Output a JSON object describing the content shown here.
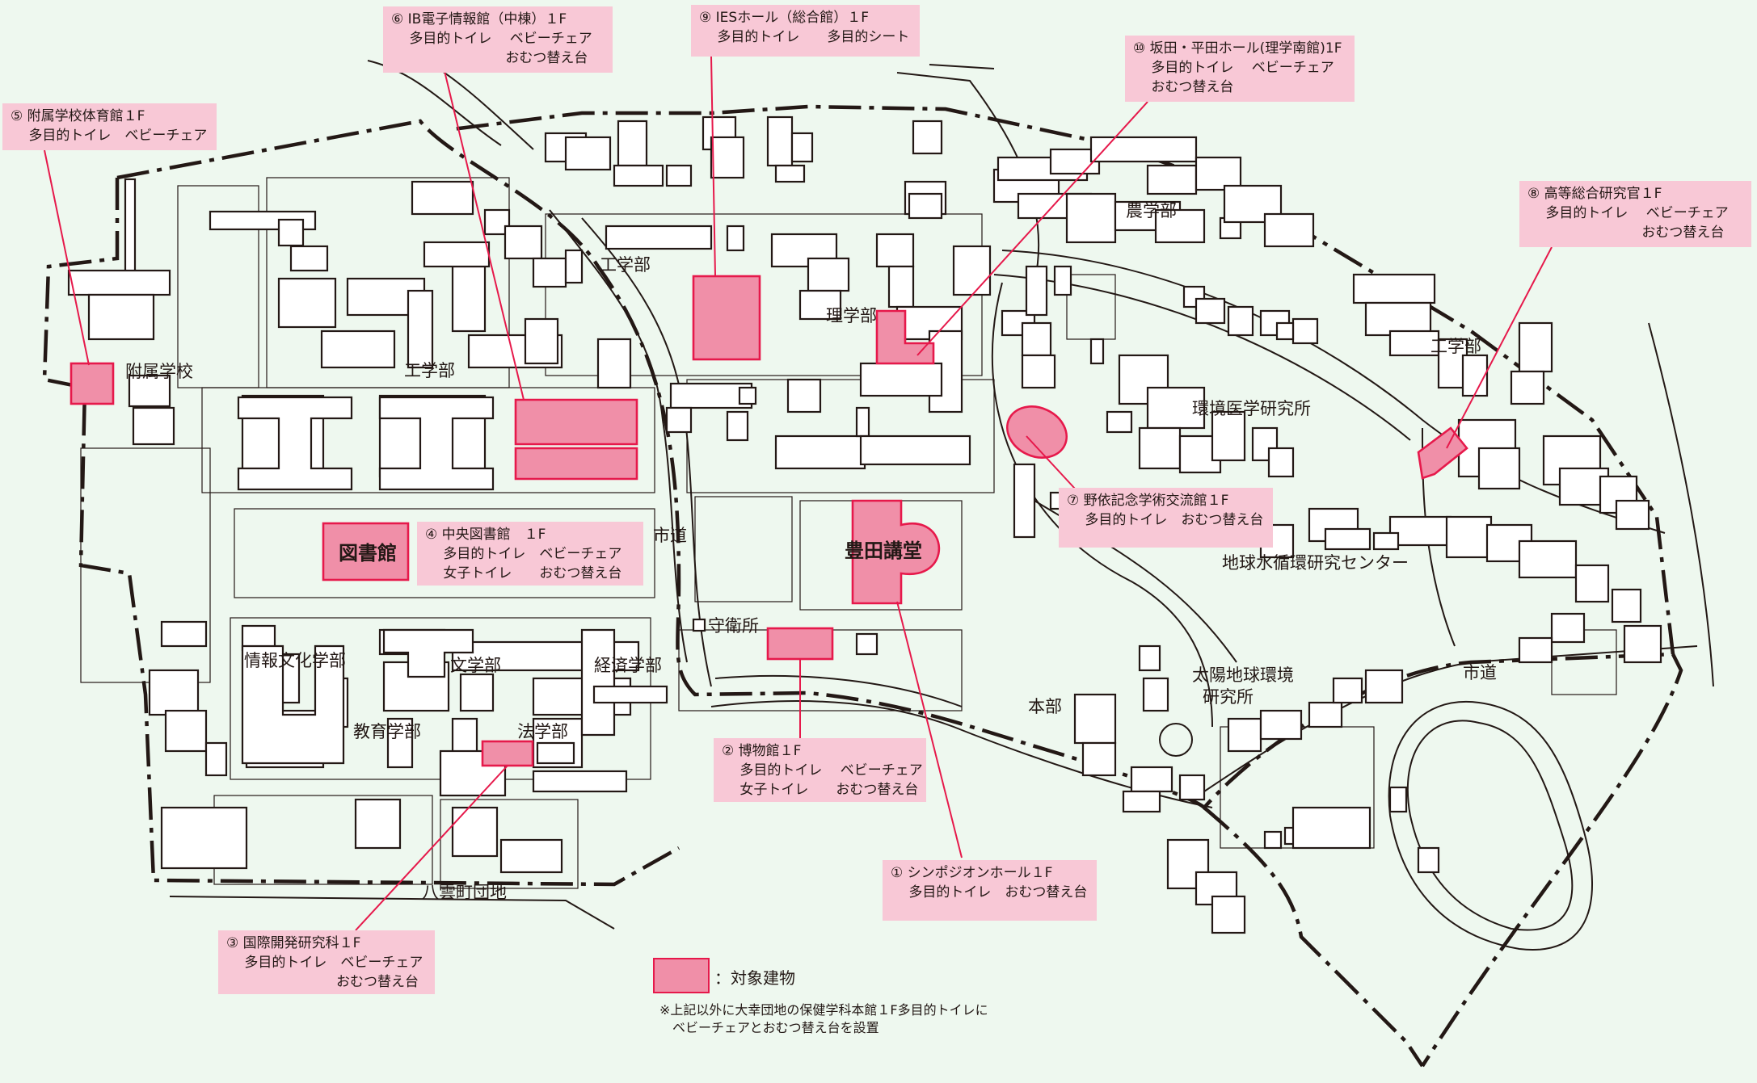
{
  "areas": {
    "fuzoku": "附属学校",
    "kougaku_nw": "工学部",
    "kougaku_n": "工学部",
    "rigaku": "理学部",
    "nougaku": "農学部",
    "kougaku_e": "工学部",
    "kankyo": "環境医学研究所",
    "chikyu": "地球水循環研究センター",
    "taiyo1": "太陽地球環境",
    "taiyo2": "研究所",
    "honbu": "本部",
    "shidou_w": "市道",
    "shidou_e": "市道",
    "jouhou": "情報文化学部",
    "bungaku": "文学部",
    "keizai": "経済学部",
    "kyouiku": "教育学部",
    "hougaku": "法学部",
    "shueijo": "守衛所",
    "yakumo": "八雲町団地"
  },
  "buildings": {
    "library": "図書館",
    "toyoda": "豊田講堂"
  },
  "callouts": [
    {
      "id": "c1",
      "lines": [
        "① シンポジオンホール１F",
        "　 多目的トイレ　おむつ替え台"
      ]
    },
    {
      "id": "c2",
      "lines": [
        "② 博物館１F",
        "　 多目的トイレ　 ベビーチェア",
        "　 女子トイレ　　おむつ替え台"
      ]
    },
    {
      "id": "c3",
      "lines": [
        "③ 国際開発研究科１F",
        "　 多目的トイレ　ベビーチェア",
        "　　　　　　　　おむつ替え台"
      ]
    },
    {
      "id": "c4",
      "lines": [
        "④ 中央図書館　１F",
        "　 多目的トイレ　ベビーチェア",
        "　 女子トイレ　　おむつ替え台"
      ]
    },
    {
      "id": "c5",
      "lines": [
        "⑤ 附属学校体育館１F",
        "　 多目的トイレ　ベビーチェア"
      ]
    },
    {
      "id": "c6",
      "lines": [
        "⑥ IB電子情報館（中棟）１F",
        "　 多目的トイレ　 ベビーチェア",
        "　　　　　　　　 おむつ替え台"
      ]
    },
    {
      "id": "c7",
      "lines": [
        "⑦ 野依記念学術交流館１F",
        "　 多目的トイレ　おむつ替え台"
      ]
    },
    {
      "id": "c8",
      "lines": [
        "⑧ 高等総合研究官１F",
        "　 多目的トイレ　 ベビーチェア",
        "　　　　　　　　 おむつ替え台"
      ]
    },
    {
      "id": "c9",
      "lines": [
        "⑨ IESホール（総合館）１F",
        "　 多目的トイレ　　多目的シート"
      ]
    },
    {
      "id": "c10",
      "lines": [
        "⑩ 坂田・平田ホール(理学南館)1F",
        "　 多目的トイレ　 ベビーチェア",
        "　 おむつ替え台"
      ]
    }
  ],
  "legend": {
    "label": "：対象建物"
  },
  "footnote": [
    "※上記以外に大幸団地の保健学科本館１F多目的トイレに",
    "　ベビーチェアとおむつ替え台を設置"
  ],
  "colors": {
    "target_fill": "#f08fa8",
    "target_stroke": "#e6194b",
    "callout_bg": "#f8c8d6",
    "background": "#eef8ef"
  }
}
